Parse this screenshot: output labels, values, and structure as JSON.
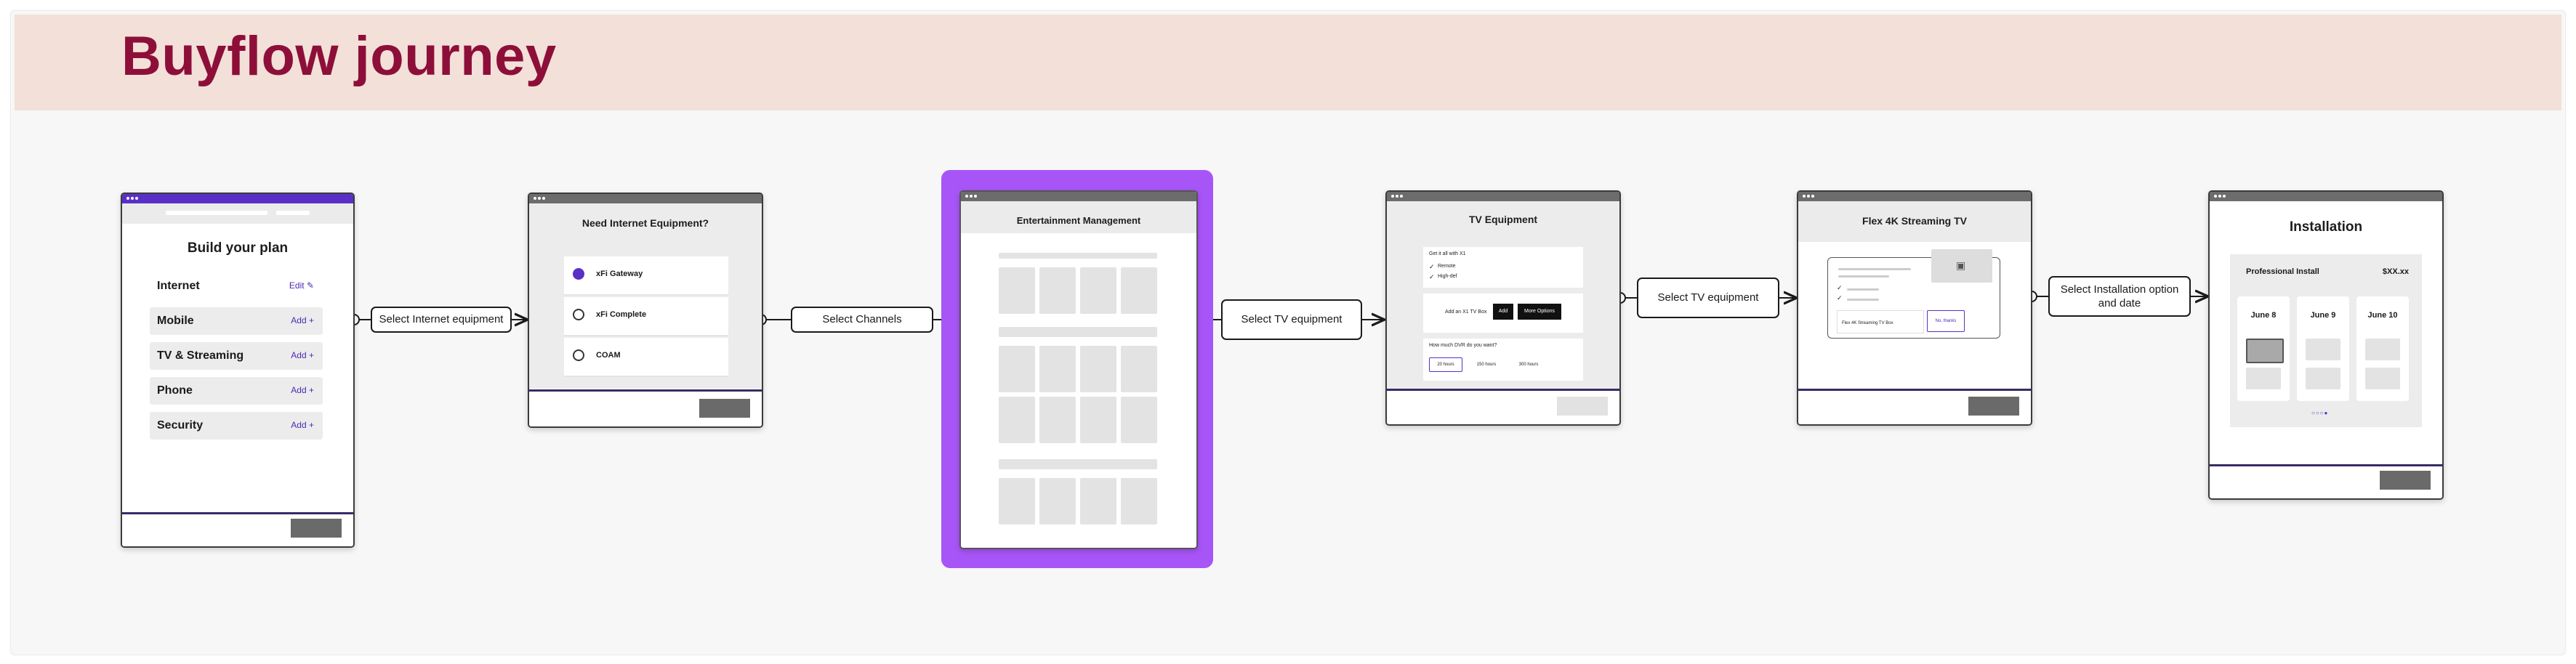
{
  "title": "Buyflow journey",
  "colors": {
    "banner": "#f2e0d9",
    "title": "#8d0f39",
    "highlight": "#a855f7",
    "accent": "#5a2fc7"
  },
  "screens": {
    "build_plan": {
      "title": "Build your plan",
      "rows": [
        {
          "label": "Internet",
          "action": "Edit",
          "icon": "pencil-icon"
        },
        {
          "label": "Mobile",
          "action": "Add",
          "icon": "plus-icon"
        },
        {
          "label": "TV & Streaming",
          "action": "Add",
          "icon": "plus-icon"
        },
        {
          "label": "Phone",
          "action": "Add",
          "icon": "plus-icon"
        },
        {
          "label": "Security",
          "action": "Add",
          "icon": "plus-icon"
        }
      ]
    },
    "internet_equipment": {
      "title": "Need Internet Equipment?",
      "options": [
        {
          "label": "xFi Gateway",
          "selected": true
        },
        {
          "label": "xFi Complete",
          "selected": false
        },
        {
          "label": "COAM",
          "selected": false
        }
      ]
    },
    "entertainment": {
      "title": "Entertainment Management"
    },
    "tv_equipment": {
      "title": "TV Equipment",
      "section1_title": "Get it all with X1",
      "check1": "Remote",
      "check2": "High-def",
      "add_label": "Add an X1 TV Box",
      "add_button": "Add",
      "more_button": "More Options",
      "dvr_title": "How much DVR do you want?",
      "dvr_options": [
        "20 hours",
        "150 hours",
        "300 hours"
      ]
    },
    "flex": {
      "title": "Flex 4K Streaming TV",
      "product_label": "Flex 4K Streaming TV Box",
      "no_thanks": "No, thanks"
    },
    "installation": {
      "title": "Installation",
      "option": "Professional Install",
      "price": "$XX.xx",
      "days": [
        "June 8",
        "June 9",
        "June 10"
      ]
    }
  },
  "connectors": {
    "c1": "Select Internet equipment",
    "c2": "Select Channels",
    "c3": "Select TV equipment",
    "c4": "Select TV equipment",
    "c5": "Select Installation option and date"
  }
}
